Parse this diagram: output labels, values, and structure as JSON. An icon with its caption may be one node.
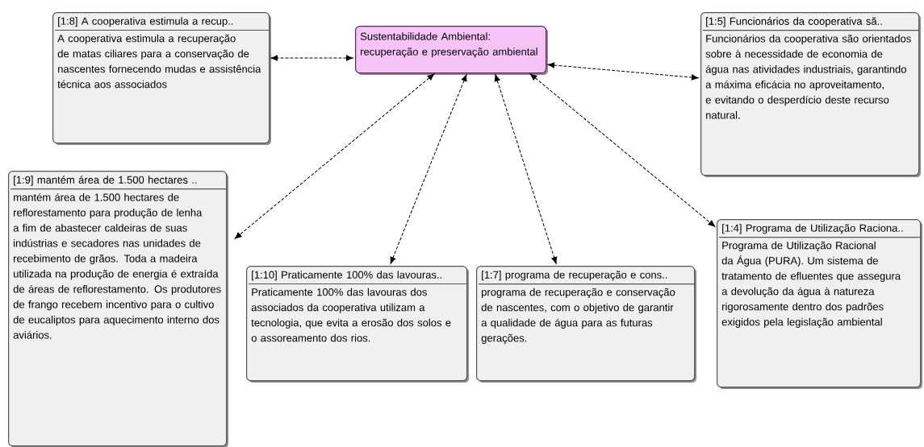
{
  "diagram": {
    "nodes": [
      {
        "text": [
          "Sustentabilidade Ambiental: recuperação e preservação ambiental"
        ]
      },
      {
        "text": [
          "[1:8] A cooperativa estimula a recup..",
          "A cooperativa estimula a recuperação de matas ciliares para a conservação de nascentes fornecendo mudas e assistência técnica aos associados"
        ]
      },
      {
        "text": [
          "[1:5] Funcionários da cooperativa sã..",
          "Funcionários da cooperativa são orientados sobre à necessidade de economia de água nas atividades industriais, garantindo a máxima eficácia no aproveitamento, e evitando o desperdício deste recurso natural."
        ]
      },
      {
        "text": [
          "[1:9] mantém área de 1.500 hectares ..",
          "mantém área de 1.500 hectares de reflorestamento para produção de lenha a fim de abastecer caldeiras de suas indústrias e secadores nas unidades de recebimento de grãos. Toda a madeira utilizada na produção de energia é extraída de áreas de reflorestamento. Os produtores de frango recebem incentivo para o cultivo de eucaliptos para aquecimento interno dos aviários."
        ]
      },
      {
        "text": [
          "[1:10] Praticamente 100% das lavouras..",
          "Praticamente 100% das lavouras dos associados da cooperativa utilizam a tecnologia, que evita a erosão dos solos e o assoreamento dos rios."
        ]
      },
      {
        "text": [
          "[1:7] programa de recuperação e cons..",
          "programa de recuperação e conservação de nascentes, com o objetivo de garantir a qualidade de água para as futuras gerações."
        ]
      },
      {
        "text": [
          "[1:4] Programa de Utilização Raciona..",
          "Programa de Utilização Racional da Água (PURA). Um sistema de tratamento de efluentes que assegura a devolução da água à natureza rigorosamente dentro dos padrões exigidos pela legislação ambiental"
        ]
      }
    ],
    "edges": [
      {
        "from": 0,
        "to": 1,
        "arrow": "both",
        "style": "dashed"
      },
      {
        "from": 0,
        "to": 2,
        "arrow": "both",
        "style": "dashed"
      },
      {
        "from": 0,
        "to": 3,
        "arrow": "both",
        "style": "dashed"
      },
      {
        "from": 0,
        "to": 4,
        "arrow": "both",
        "style": "dashed"
      },
      {
        "from": 0,
        "to": 5,
        "arrow": "both",
        "style": "dashed"
      },
      {
        "from": 0,
        "to": 6,
        "arrow": "both",
        "style": "dashed"
      }
    ]
  }
}
